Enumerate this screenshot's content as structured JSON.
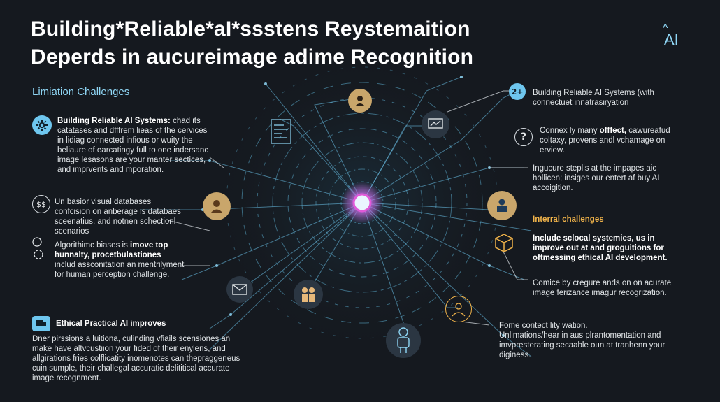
{
  "title": {
    "line1": "Building*Reliable*aI*ssstens Reystemaition",
    "line2": "Deperds in aucureimage adime Recognition"
  },
  "logo": {
    "caret": "^",
    "text": "AI"
  },
  "left": {
    "heading": "Limiation Challenges",
    "block1": {
      "bold": "Building Reliable AI Systems:",
      "lines": [
        "chad its",
        "catatases and dfffrem lieas of the cervices",
        "in lidiag connected infious or wuity the",
        "beliaure of earcatingy full to one indersanc",
        "image lesasons are your manter sectices,",
        "and imprvents and mporation."
      ]
    },
    "block2": {
      "icon_label": "$$",
      "lines": [
        "Un basior visual databases",
        "confcision on anberage is databaes",
        "sceenatius, and notnen schectionl",
        "scenarios"
      ]
    },
    "block3": {
      "prefix": "Algorithimc biases is",
      "bold1": "imove top",
      "bold2": "hunnalty, procetbulastiones",
      "lines": [
        "includ assconitation an mentrilyment",
        "for human perception challenge."
      ]
    },
    "block4": {
      "bold": "Ethical Practical AI improves",
      "lines": [
        "Dner pirssions a luitiona, culinding vfiails scensiones an",
        "make have altvcustiion your fided of their enylens, and",
        "allgirations fries colflicatity inomenotes can thepraggeneus",
        "cuin sumple, their challegal accuratic delititical accurate",
        "image recognment."
      ]
    }
  },
  "right": {
    "block1": {
      "icon_label": "2+",
      "lines": [
        "Building Reliable AI Systems (with",
        "connectuet innatrasiryation"
      ]
    },
    "block2": {
      "icon_label": "?",
      "prefix": "Connex ly many",
      "highlight": "offfect,",
      "suffix": "cawureafud",
      "lines": [
        "coltaxy, provens andl vchamage on",
        "erview."
      ]
    },
    "block3": {
      "lines": [
        "Ingucure steplis at the impapes aic",
        "hollicen; insiges our entert af buy AI",
        "accoigition."
      ]
    },
    "heading": "Interral challenges",
    "block4": {
      "lines": [
        "Include sclocal systemies, us in",
        "improve out at and groguitions for",
        "oftmessing ethical AI development."
      ]
    },
    "block5": {
      "lines": [
        "Comice by cregure ands on on acurate",
        "image ferizance imagur recogrization."
      ]
    },
    "block6": {
      "lines": [
        "Fome contect lity wation.",
        "Unlimations/hear in aus plrantomentation and",
        "imvpresterating secaable oun at tranhenn your",
        "diginess."
      ]
    }
  },
  "colors": {
    "background": "#15191f",
    "accent_blue": "#8fd6f5",
    "accent_orange": "#f0b34a",
    "core_magenta": "#e05ad8",
    "node_tan": "#c9a66b"
  },
  "icons": {
    "left_block1": "gear-icon",
    "left_block2": "dollar-icon",
    "left_block3": "head-circuit-icon",
    "left_block4": "truck-icon",
    "right_block1": "number-badge-icon",
    "right_block2": "question-icon",
    "right_block4": "cube-icon",
    "nodes": [
      "person-icon",
      "chart-monitor-icon",
      "document-icon",
      "person-laptop-icon",
      "mail-icon",
      "people-icon",
      "robot-icon",
      "group-icon"
    ]
  }
}
